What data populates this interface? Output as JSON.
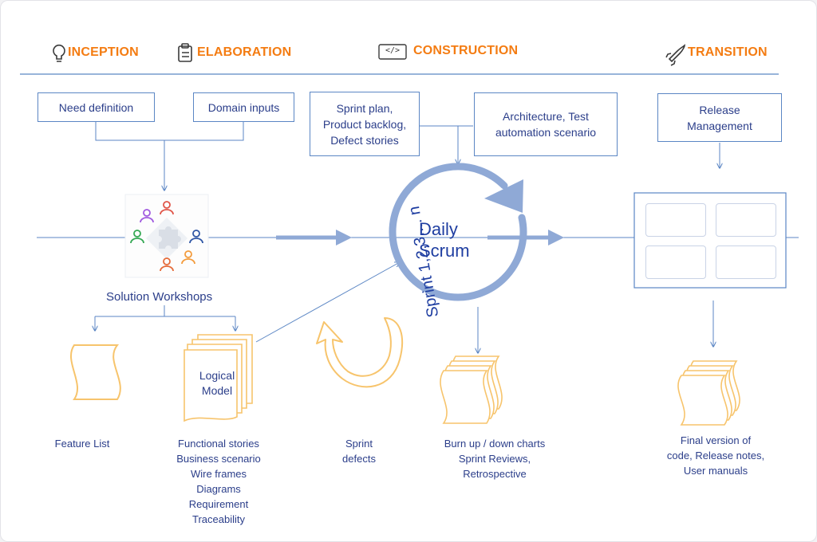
{
  "colors": {
    "accent": "#f47c12",
    "line": "#5b86c4",
    "text": "#2b3e8a",
    "arrow": "#8fa9d6",
    "doc": "#f7c46c"
  },
  "phases": [
    {
      "label": "INCEPTION",
      "icon": "lightbulb-icon"
    },
    {
      "label": "ELABORATION",
      "icon": "clipboard-icon"
    },
    {
      "label": "CONSTRUCTION",
      "icon": "code-icon",
      "icon_text": "</>"
    },
    {
      "label": "TRANSITION",
      "icon": "rocket-icon"
    }
  ],
  "inputs": {
    "need_definition": "Need definition",
    "domain_inputs": "Domain inputs",
    "sprint_plan": "Sprint plan,\nProduct backlog,\nDefect stories",
    "architecture": "Architecture, Test\nautomation scenario",
    "release_management": "Release\nManagement"
  },
  "workshop": {
    "label": "Solution Workshops"
  },
  "scrum": {
    "center": "Daily\nScrum",
    "sprint_label": "Sprint 1,2,3.... n"
  },
  "artifacts": {
    "logical_model": "Logical\nModel",
    "feature_list": "Feature List",
    "functional": "Functional stories\nBusiness scenario\nWire frames\nDiagrams\nRequirement\nTraceability",
    "sprint_defects": "Sprint\ndefects",
    "burn": "Burn up / down charts\nSprint Reviews,\nRetrospective",
    "final": "Final version of\ncode, Release notes,\nUser manuals"
  },
  "dashboard_icons": [
    "pie-chart-icon",
    "bar-chart-icon",
    "line-chart-icon",
    "area-chart-icon"
  ]
}
